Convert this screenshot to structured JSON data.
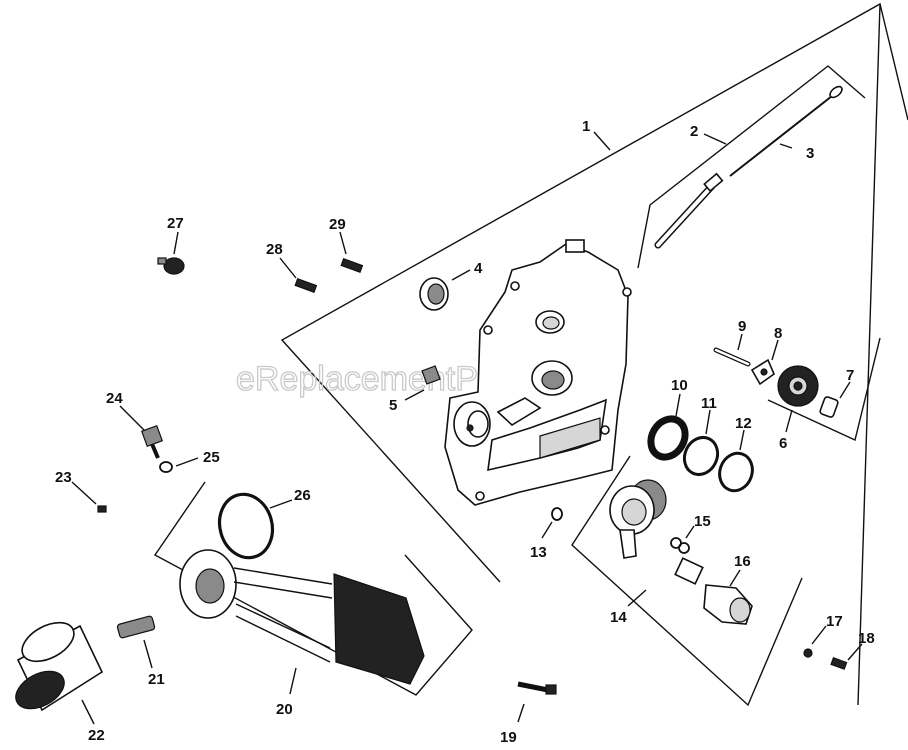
{
  "watermark": "eReplacementParts.com",
  "callouts": {
    "c1": "1",
    "c2": "2",
    "c3": "3",
    "c4": "4",
    "c5": "5",
    "c6": "6",
    "c7": "7",
    "c8": "8",
    "c9": "9",
    "c10": "10",
    "c11": "11",
    "c12": "12",
    "c13": "13",
    "c14": "14",
    "c15": "15",
    "c16": "16",
    "c17": "17",
    "c18": "18",
    "c19": "19",
    "c20": "20",
    "c21": "21",
    "c22": "22",
    "c23": "23",
    "c24": "24",
    "c25": "25",
    "c26": "26",
    "c27": "27",
    "c28": "28",
    "c29": "29"
  }
}
